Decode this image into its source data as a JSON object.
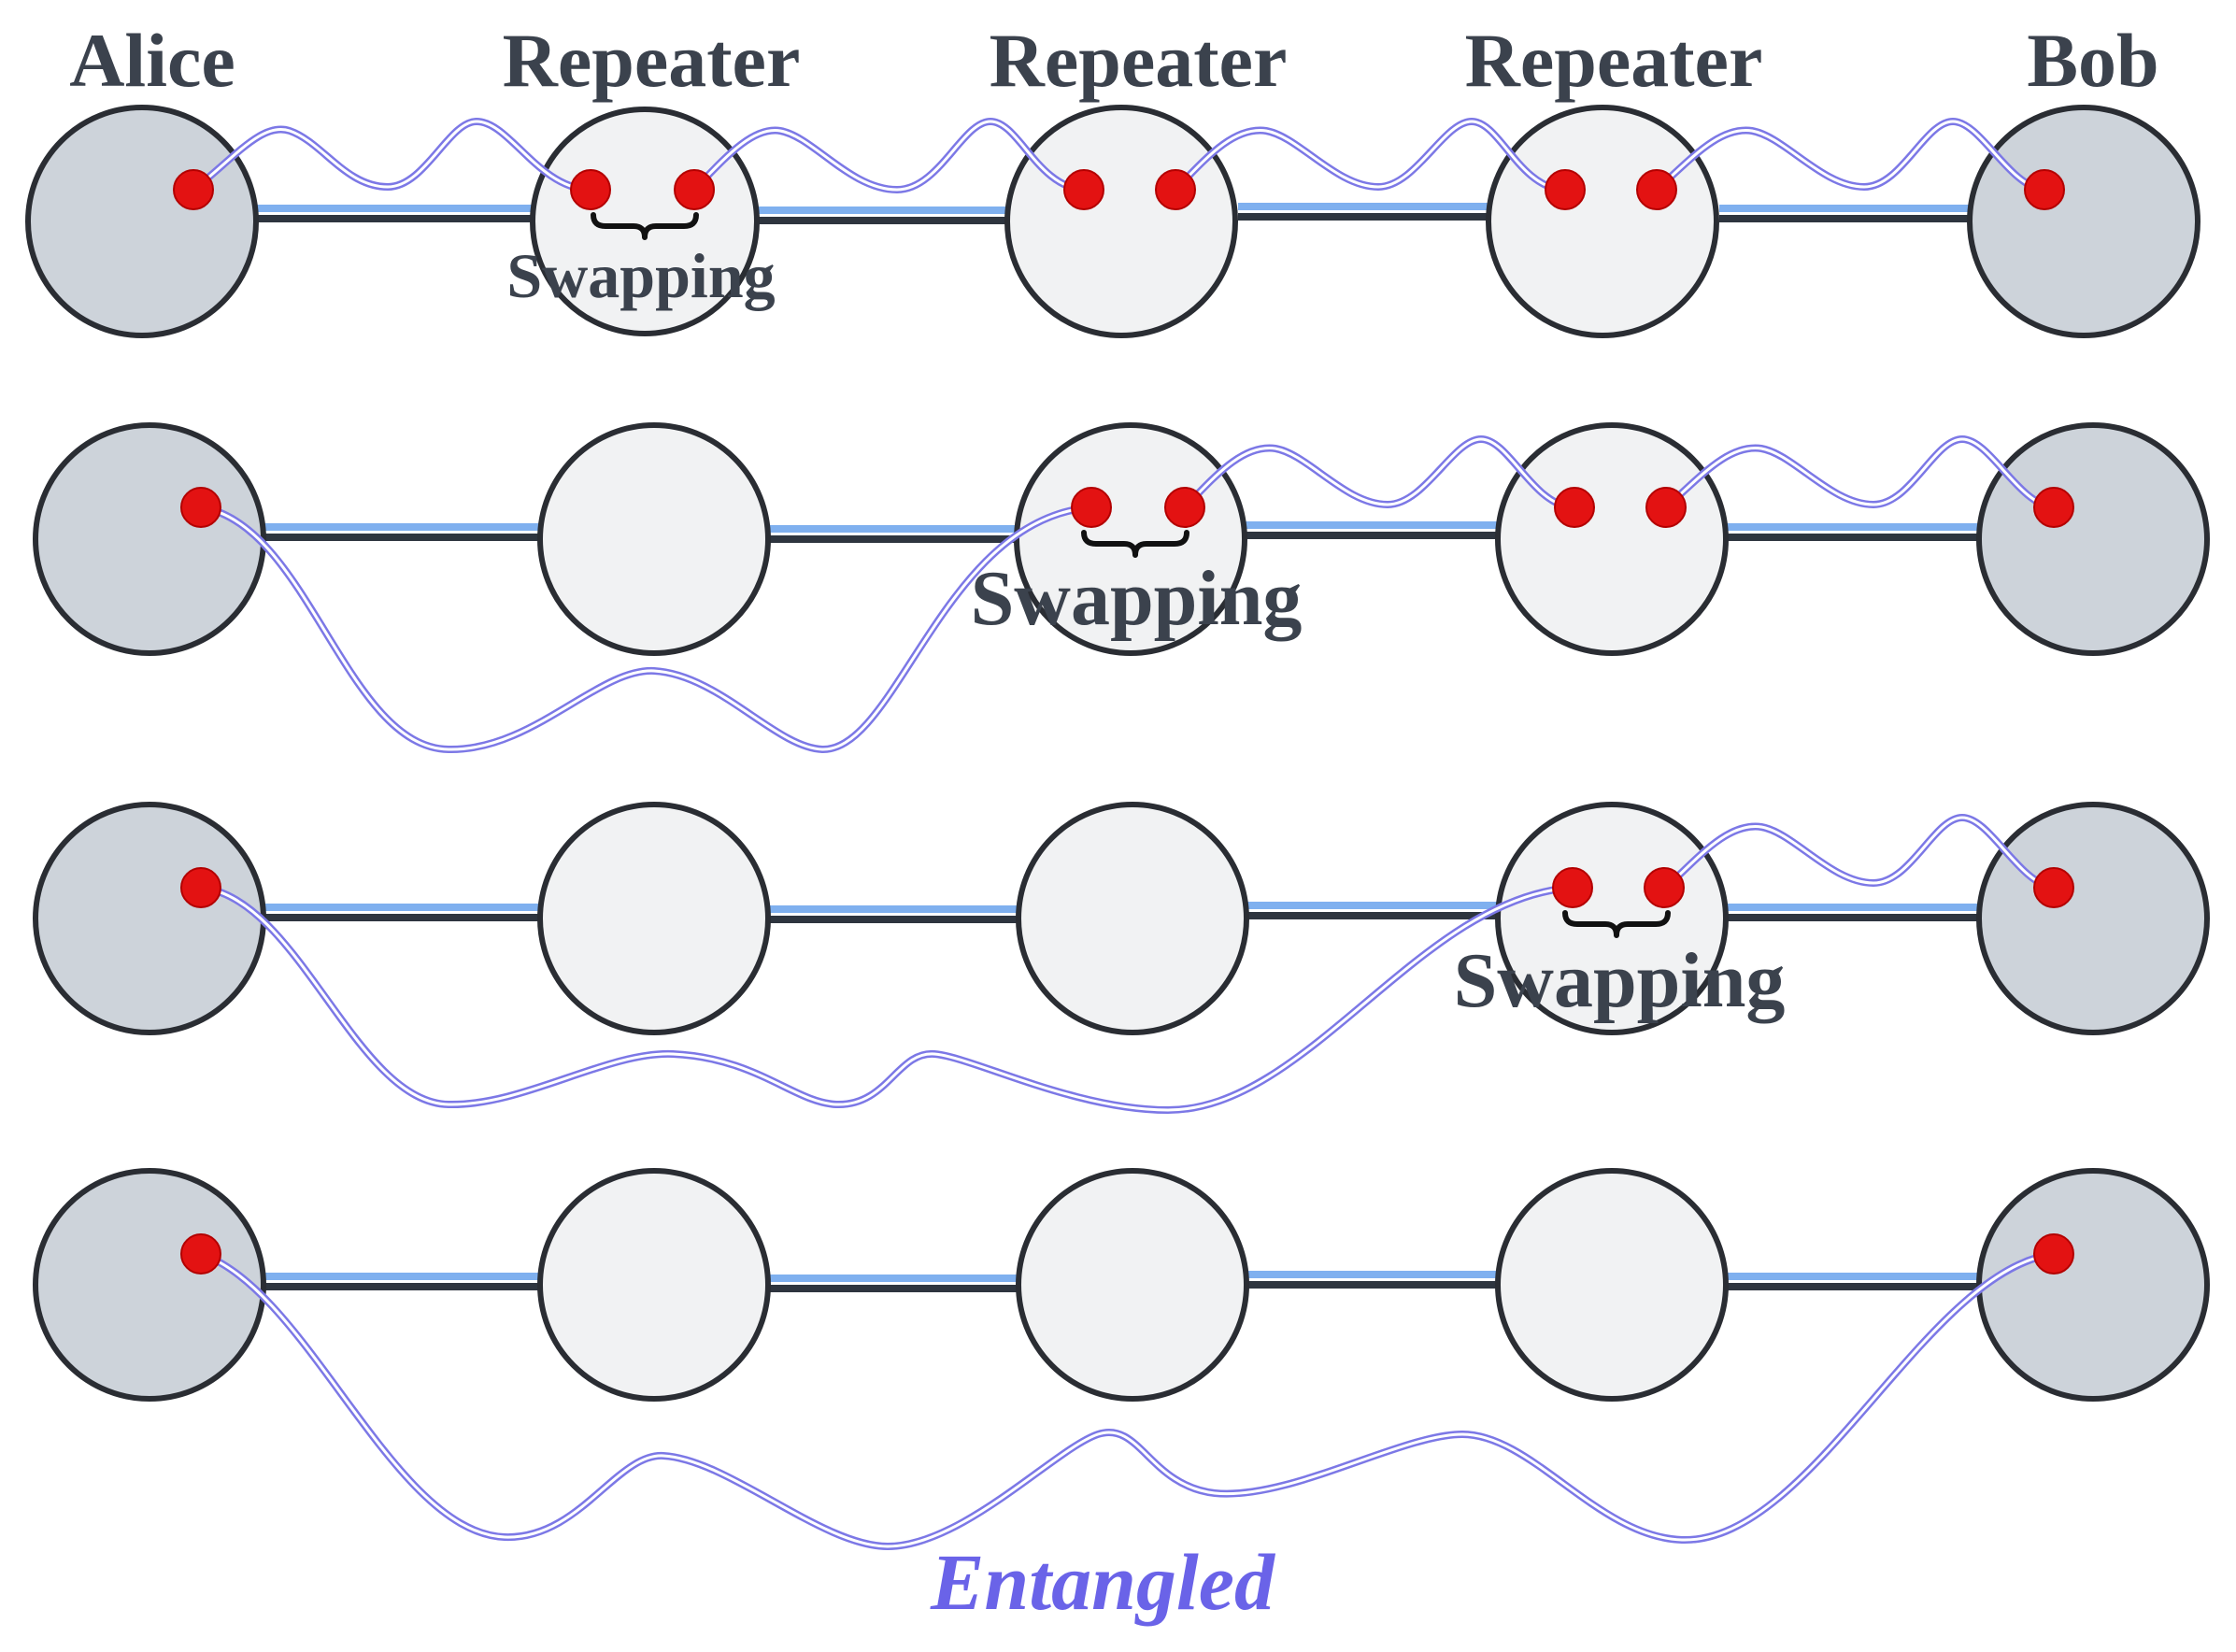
{
  "header": {
    "node_labels": [
      "Alice",
      "Repeater",
      "Repeater",
      "Repeater",
      "Bob"
    ]
  },
  "rows": [
    {
      "swapping_label": "Swapping",
      "swapping_at": 1
    },
    {
      "swapping_label": "Swapping",
      "swapping_at": 2
    },
    {
      "swapping_label": "Swapping",
      "swapping_at": 3
    },
    {
      "entangled_label": "Entangled"
    }
  ],
  "colors": {
    "end_node_fill": "#cdd3da",
    "repeater_fill": "#f1f2f3",
    "qubit": "#e31212",
    "entanglement": "#7c78e6",
    "fiber": "#7fb0ef",
    "entangled_text": "#6a63e8"
  }
}
